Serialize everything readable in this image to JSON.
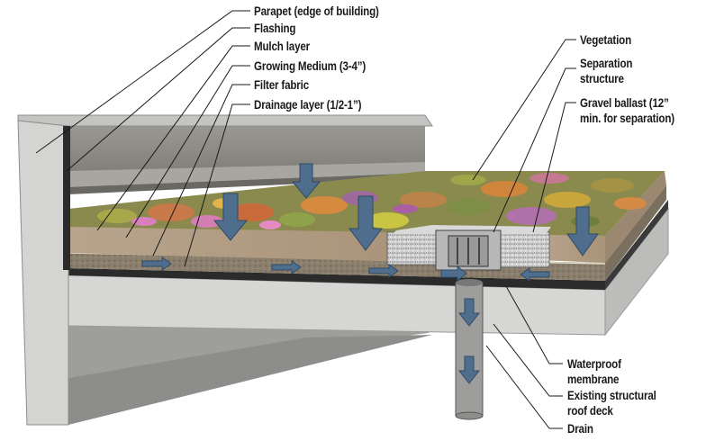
{
  "labels": {
    "parapet": "Parapet (edge of building)",
    "flashing": "Flashing",
    "mulch": "Mulch layer",
    "growing_medium": "Growing Medium (3-4”)",
    "filter_fabric": "Filter fabric",
    "drainage": "Drainage layer (1/2-1”)",
    "vegetation": "Vegetation",
    "separation_1": "Separation",
    "separation_2": "structure",
    "gravel_1": "Gravel ballast (12”",
    "gravel_2": "min. for separation)",
    "waterproof_1": "Waterproof",
    "waterproof_2": "membrane",
    "deck_1": "Existing structural",
    "deck_2": "roof deck",
    "drain": "Drain"
  },
  "colors": {
    "concrete": "#d4d4d2",
    "concrete_dark": "#a9a9a7",
    "parapet_wall": "#8f8d89",
    "soil": "#b59f86",
    "drainage": "#8a7e6c",
    "membrane": "#2b2b2b",
    "gravel": "#c9c9c9",
    "arrow": "#4f6e8e",
    "leader": "#1a1a1a"
  }
}
